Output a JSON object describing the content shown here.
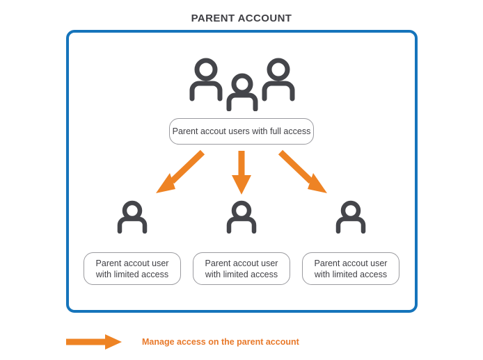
{
  "title": "PARENT ACCOUNT",
  "colors": {
    "frame_blue": "#1574bb",
    "arrow_orange": "#ee8324",
    "icon_gray": "#44454a",
    "box_border": "#9a9a9f",
    "text_dark": "#3f3f44"
  },
  "top_group": {
    "icon_name": "three-users-icon",
    "label": "Parent accout users with full access"
  },
  "arrows": {
    "left": "arrow-down-left",
    "center": "arrow-down",
    "right": "arrow-down-right"
  },
  "children": [
    {
      "icon_name": "user-icon",
      "line1": "Parent accout user",
      "line2": "with limited access"
    },
    {
      "icon_name": "user-icon",
      "line1": "Parent accout user",
      "line2": "with limited access"
    },
    {
      "icon_name": "user-icon",
      "line1": "Parent accout user",
      "line2": "with limited access"
    }
  ],
  "legend": {
    "icon_name": "arrow-right-icon",
    "text": "Manage access on the parent account"
  }
}
